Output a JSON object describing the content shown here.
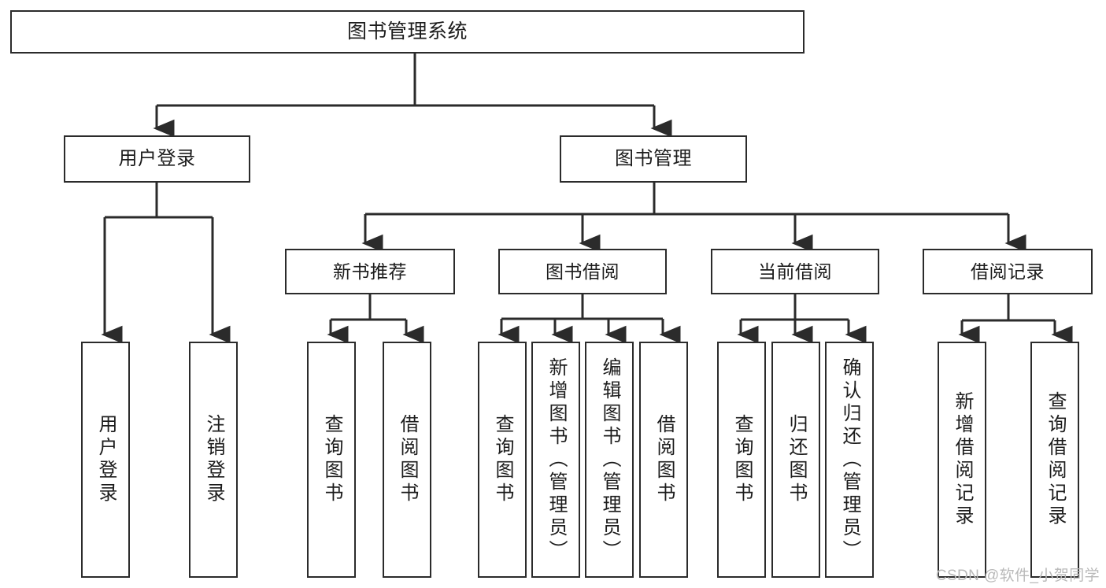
{
  "diagram": {
    "type": "tree",
    "title": "图书管理系统",
    "orientation": "top-down",
    "colors": {
      "box_border": "#2b2b2b",
      "box_fill": "#ffffff",
      "connector": "#2b2b2b",
      "text": "#1c1c1c",
      "watermark": "#b9b9b9"
    },
    "root": {
      "id": "root",
      "label": "图书管理系统"
    },
    "level1": [
      {
        "id": "user-login",
        "label": "用户登录"
      },
      {
        "id": "book-manage",
        "label": "图书管理"
      }
    ],
    "level2": [
      {
        "id": "new-book-rec",
        "label": "新书推荐",
        "parent": "book-manage"
      },
      {
        "id": "book-borrow",
        "label": "图书借阅",
        "parent": "book-manage"
      },
      {
        "id": "current-borrow",
        "label": "当前借阅",
        "parent": "book-manage"
      },
      {
        "id": "borrow-record",
        "label": "借阅记录",
        "parent": "book-manage"
      }
    ],
    "leaves": [
      {
        "id": "leaf-user-login",
        "label": "用户登录",
        "parent": "user-login"
      },
      {
        "id": "leaf-logout",
        "label": "注销登录",
        "parent": "user-login"
      },
      {
        "id": "leaf-query-book-1",
        "label": "查询图书",
        "parent": "new-book-rec"
      },
      {
        "id": "leaf-borrow-book-1",
        "label": "借阅图书",
        "parent": "new-book-rec"
      },
      {
        "id": "leaf-query-book-2",
        "label": "查询图书",
        "parent": "book-borrow"
      },
      {
        "id": "leaf-add-book",
        "label": "新增图书（管理员）",
        "parent": "book-borrow"
      },
      {
        "id": "leaf-edit-book",
        "label": "编辑图书（管理员）",
        "parent": "book-borrow"
      },
      {
        "id": "leaf-borrow-book-2",
        "label": "借阅图书",
        "parent": "book-borrow"
      },
      {
        "id": "leaf-query-book-3",
        "label": "查询图书",
        "parent": "current-borrow"
      },
      {
        "id": "leaf-return-book",
        "label": "归还图书",
        "parent": "current-borrow"
      },
      {
        "id": "leaf-confirm-return",
        "label": "确认归还（管理员）",
        "parent": "current-borrow"
      },
      {
        "id": "leaf-add-record",
        "label": "新增借阅记录",
        "parent": "borrow-record"
      },
      {
        "id": "leaf-query-record",
        "label": "查询借阅记录",
        "parent": "borrow-record"
      }
    ]
  },
  "watermark": {
    "text": "CSDN @软件_小贺同学"
  }
}
